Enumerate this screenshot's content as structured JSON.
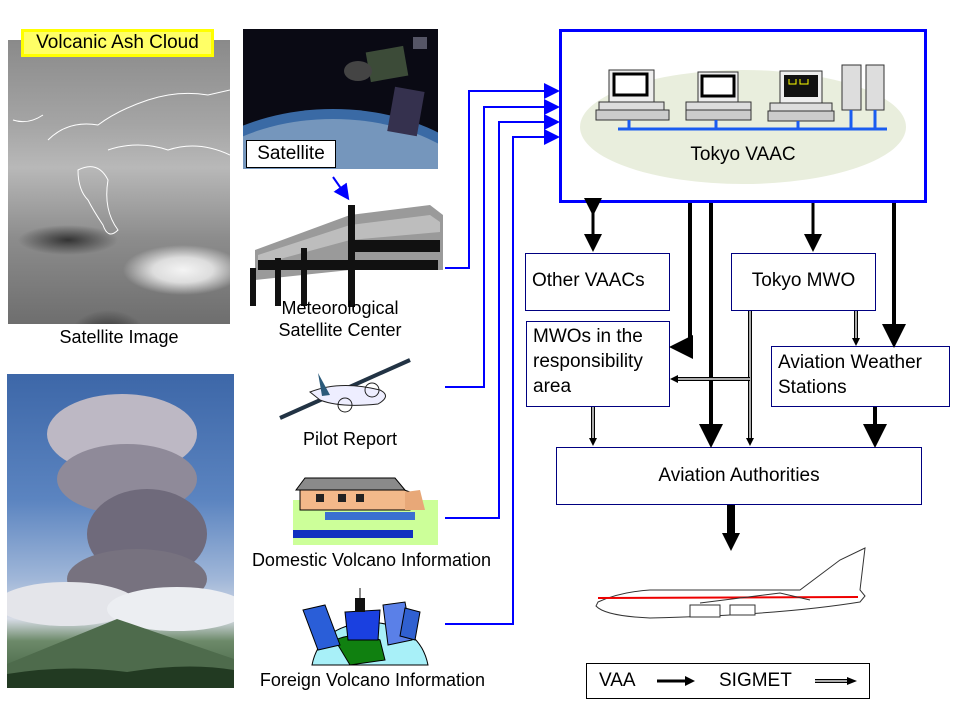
{
  "sources": {
    "satellite_image": {
      "caption": "Satellite Image",
      "callout": "Volcanic Ash Cloud"
    },
    "satellite": {
      "label": "Satellite"
    },
    "msc": {
      "caption_line1": "Meteorological",
      "caption_line2": "Satellite Center"
    },
    "pilot": {
      "caption": "Pilot Report"
    },
    "domestic": {
      "caption": "Domestic Volcano Information"
    },
    "foreign": {
      "caption": "Foreign Volcano Information"
    }
  },
  "center": {
    "title": "Tokyo VAAC"
  },
  "nodes": {
    "other_vaacs": "Other VAACs",
    "tokyo_mwo": "Tokyo MWO",
    "mwos_line1": "MWOs in the",
    "mwos_line2": "responsibility",
    "mwos_line3": "area",
    "aws_line1": "Aviation Weather",
    "aws_line2": "Stations",
    "authorities": "Aviation Authorities"
  },
  "legend": {
    "vaa": "VAA",
    "sigmet": "SIGMET"
  },
  "colors": {
    "flow_blue": "#0000ff",
    "callout_yellow": "#ffff00",
    "box_border": "#000080"
  }
}
